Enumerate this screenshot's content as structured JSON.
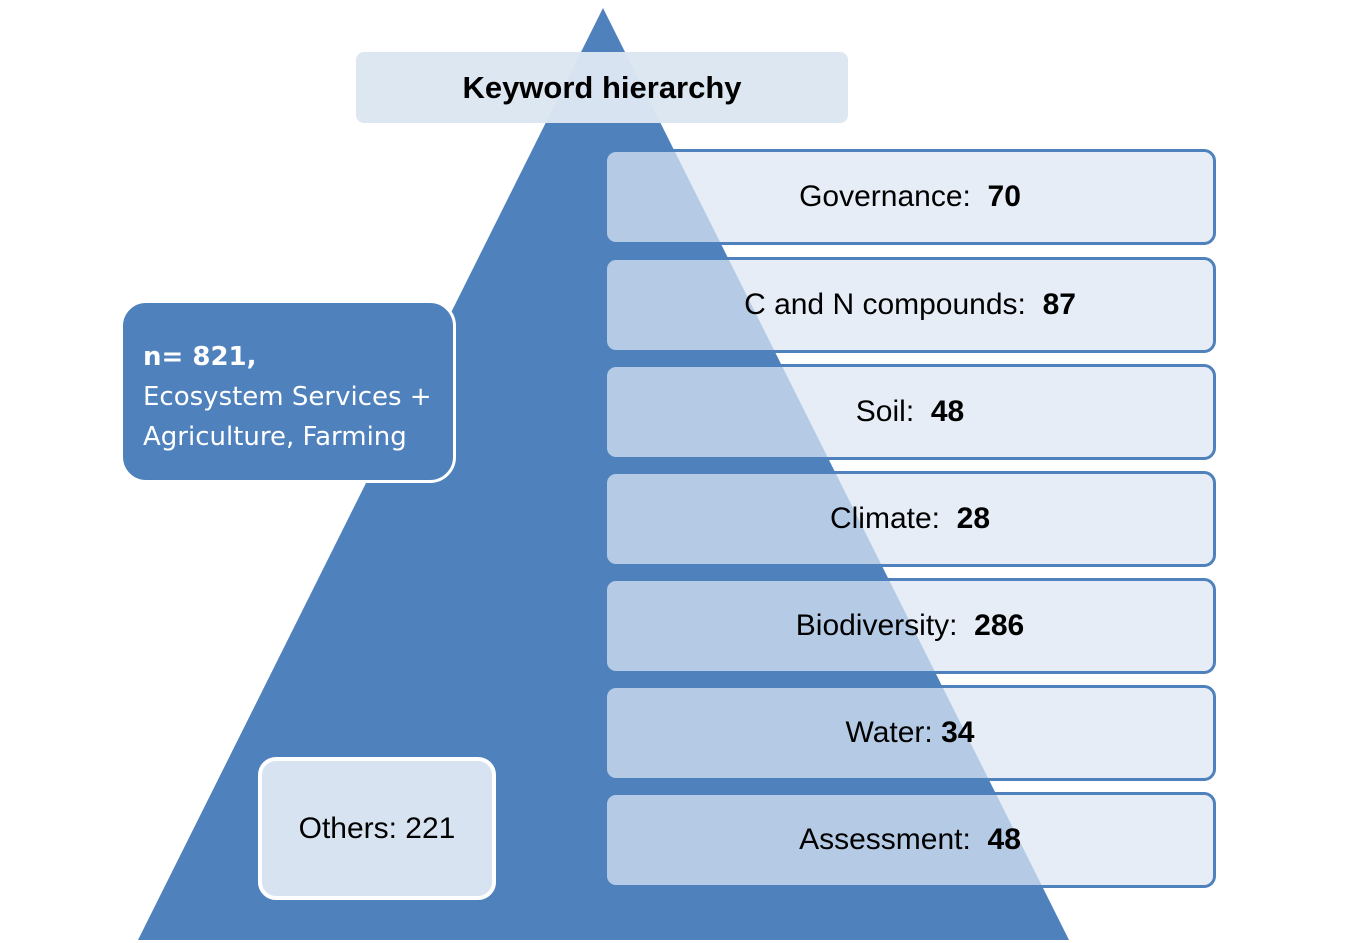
{
  "title": "Keyword hierarchy",
  "total": {
    "count_label": "n= 821,",
    "description_lines": [
      "Ecosystem Services +",
      "Agriculture, Farming"
    ]
  },
  "others": {
    "label": "Others: 221"
  },
  "keywords": [
    {
      "name": "Governance:  ",
      "value": "70"
    },
    {
      "name": "C and N compounds:  ",
      "value": "87"
    },
    {
      "name": "Soil:  ",
      "value": "48"
    },
    {
      "name": "Climate:  ",
      "value": "28"
    },
    {
      "name": "Biodiversity:  ",
      "value": "286"
    },
    {
      "name": "Water: ",
      "value": "34"
    },
    {
      "name": "Assessment:  ",
      "value": "48"
    }
  ],
  "colors": {
    "pyramid": "#4f81bd",
    "box_fill": "#dce6f2",
    "box_border": "#4f81bd"
  }
}
